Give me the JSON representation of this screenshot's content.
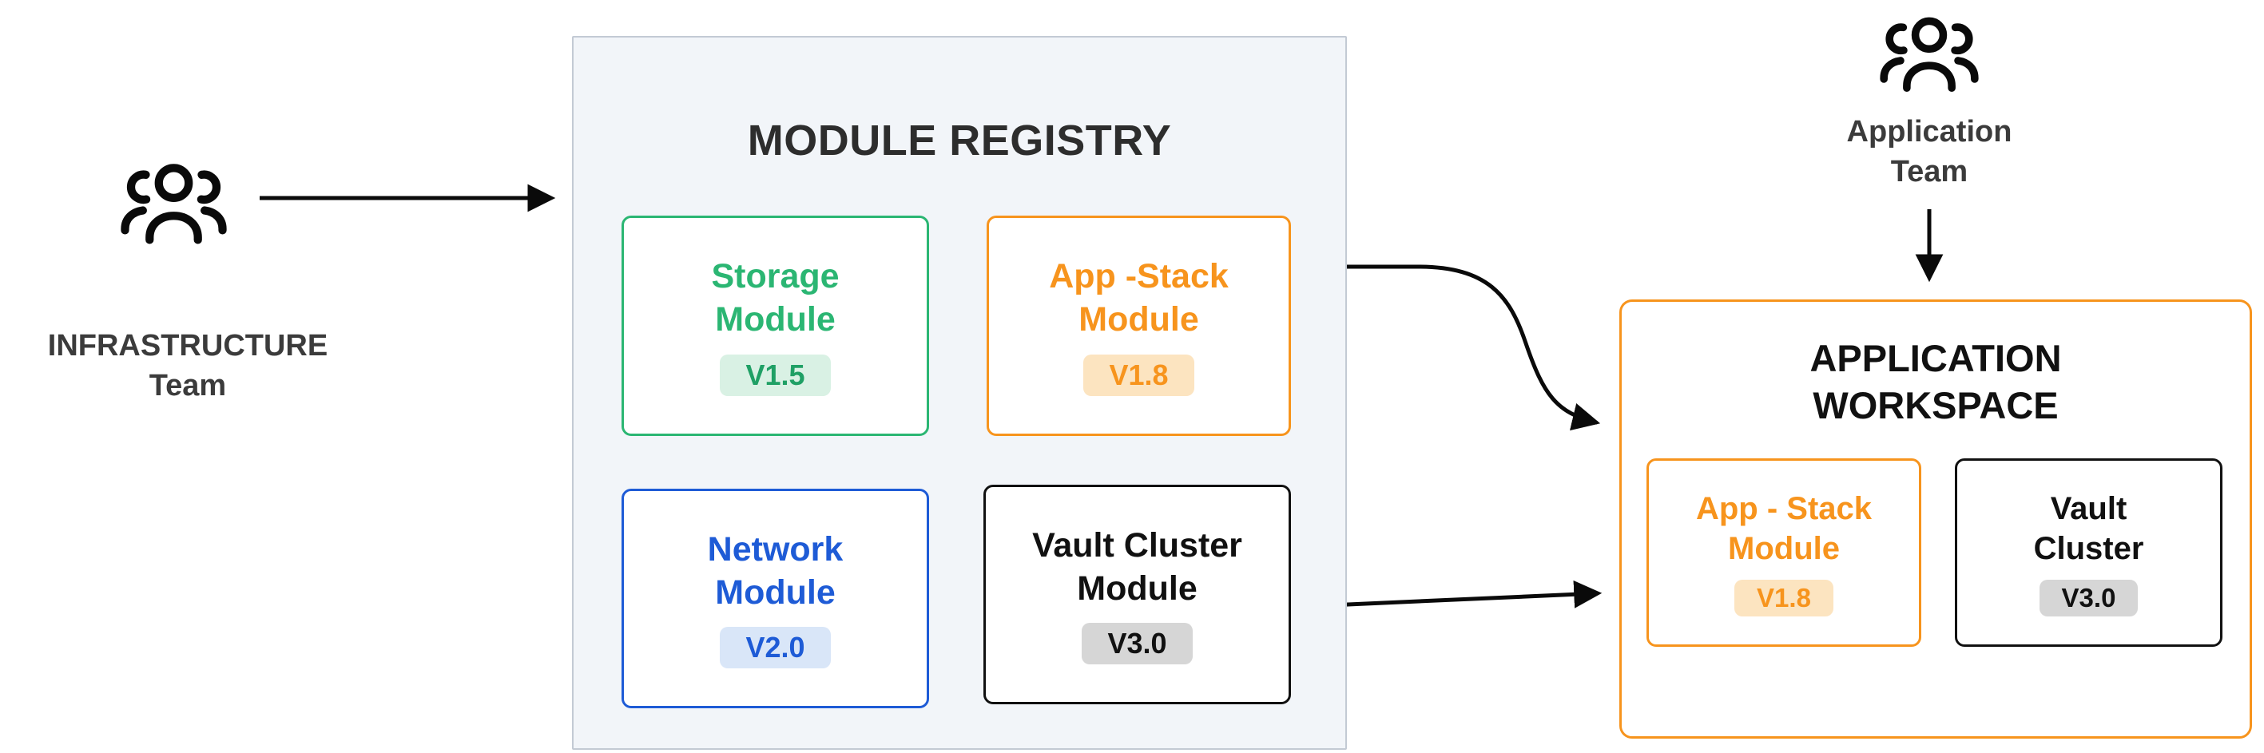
{
  "colors": {
    "green": "#2bb673",
    "orange": "#f7941d",
    "blue": "#1e5bd6",
    "black": "#111111",
    "registry_background": "#f2f5f9",
    "registry_border": "#c3cad4",
    "arrow": "#0a0a0a"
  },
  "infrastructure_team": {
    "icon": "users-group-icon",
    "label_line1": "INFRASTRUCTURE",
    "label_line2": "Team"
  },
  "module_registry": {
    "title": "MODULE REGISTRY",
    "modules": [
      {
        "name_line1": "Storage",
        "name_line2": "Module",
        "version": "V1.5",
        "accent_color": "#2bb673"
      },
      {
        "name_line1": "App -Stack",
        "name_line2": "Module",
        "version": "V1.8",
        "accent_color": "#f7941d"
      },
      {
        "name_line1": "Network",
        "name_line2": "Module",
        "version": "V2.0",
        "accent_color": "#1e5bd6"
      },
      {
        "name_line1": "Vault Cluster",
        "name_line2": "Module",
        "version": "V3.0",
        "accent_color": "#111111"
      }
    ]
  },
  "application_team": {
    "icon": "users-group-icon",
    "label_line1": "Application",
    "label_line2": "Team"
  },
  "application_workspace": {
    "title_line1": "APPLICATION",
    "title_line2": "WORKSPACE",
    "accent_color": "#f7941d",
    "modules": [
      {
        "name_line1": "App - Stack",
        "name_line2": "Module",
        "version": "V1.8",
        "accent_color": "#f7941d"
      },
      {
        "name_line1": "Vault",
        "name_line2": "Cluster",
        "version": "V3.0",
        "accent_color": "#111111"
      }
    ]
  }
}
